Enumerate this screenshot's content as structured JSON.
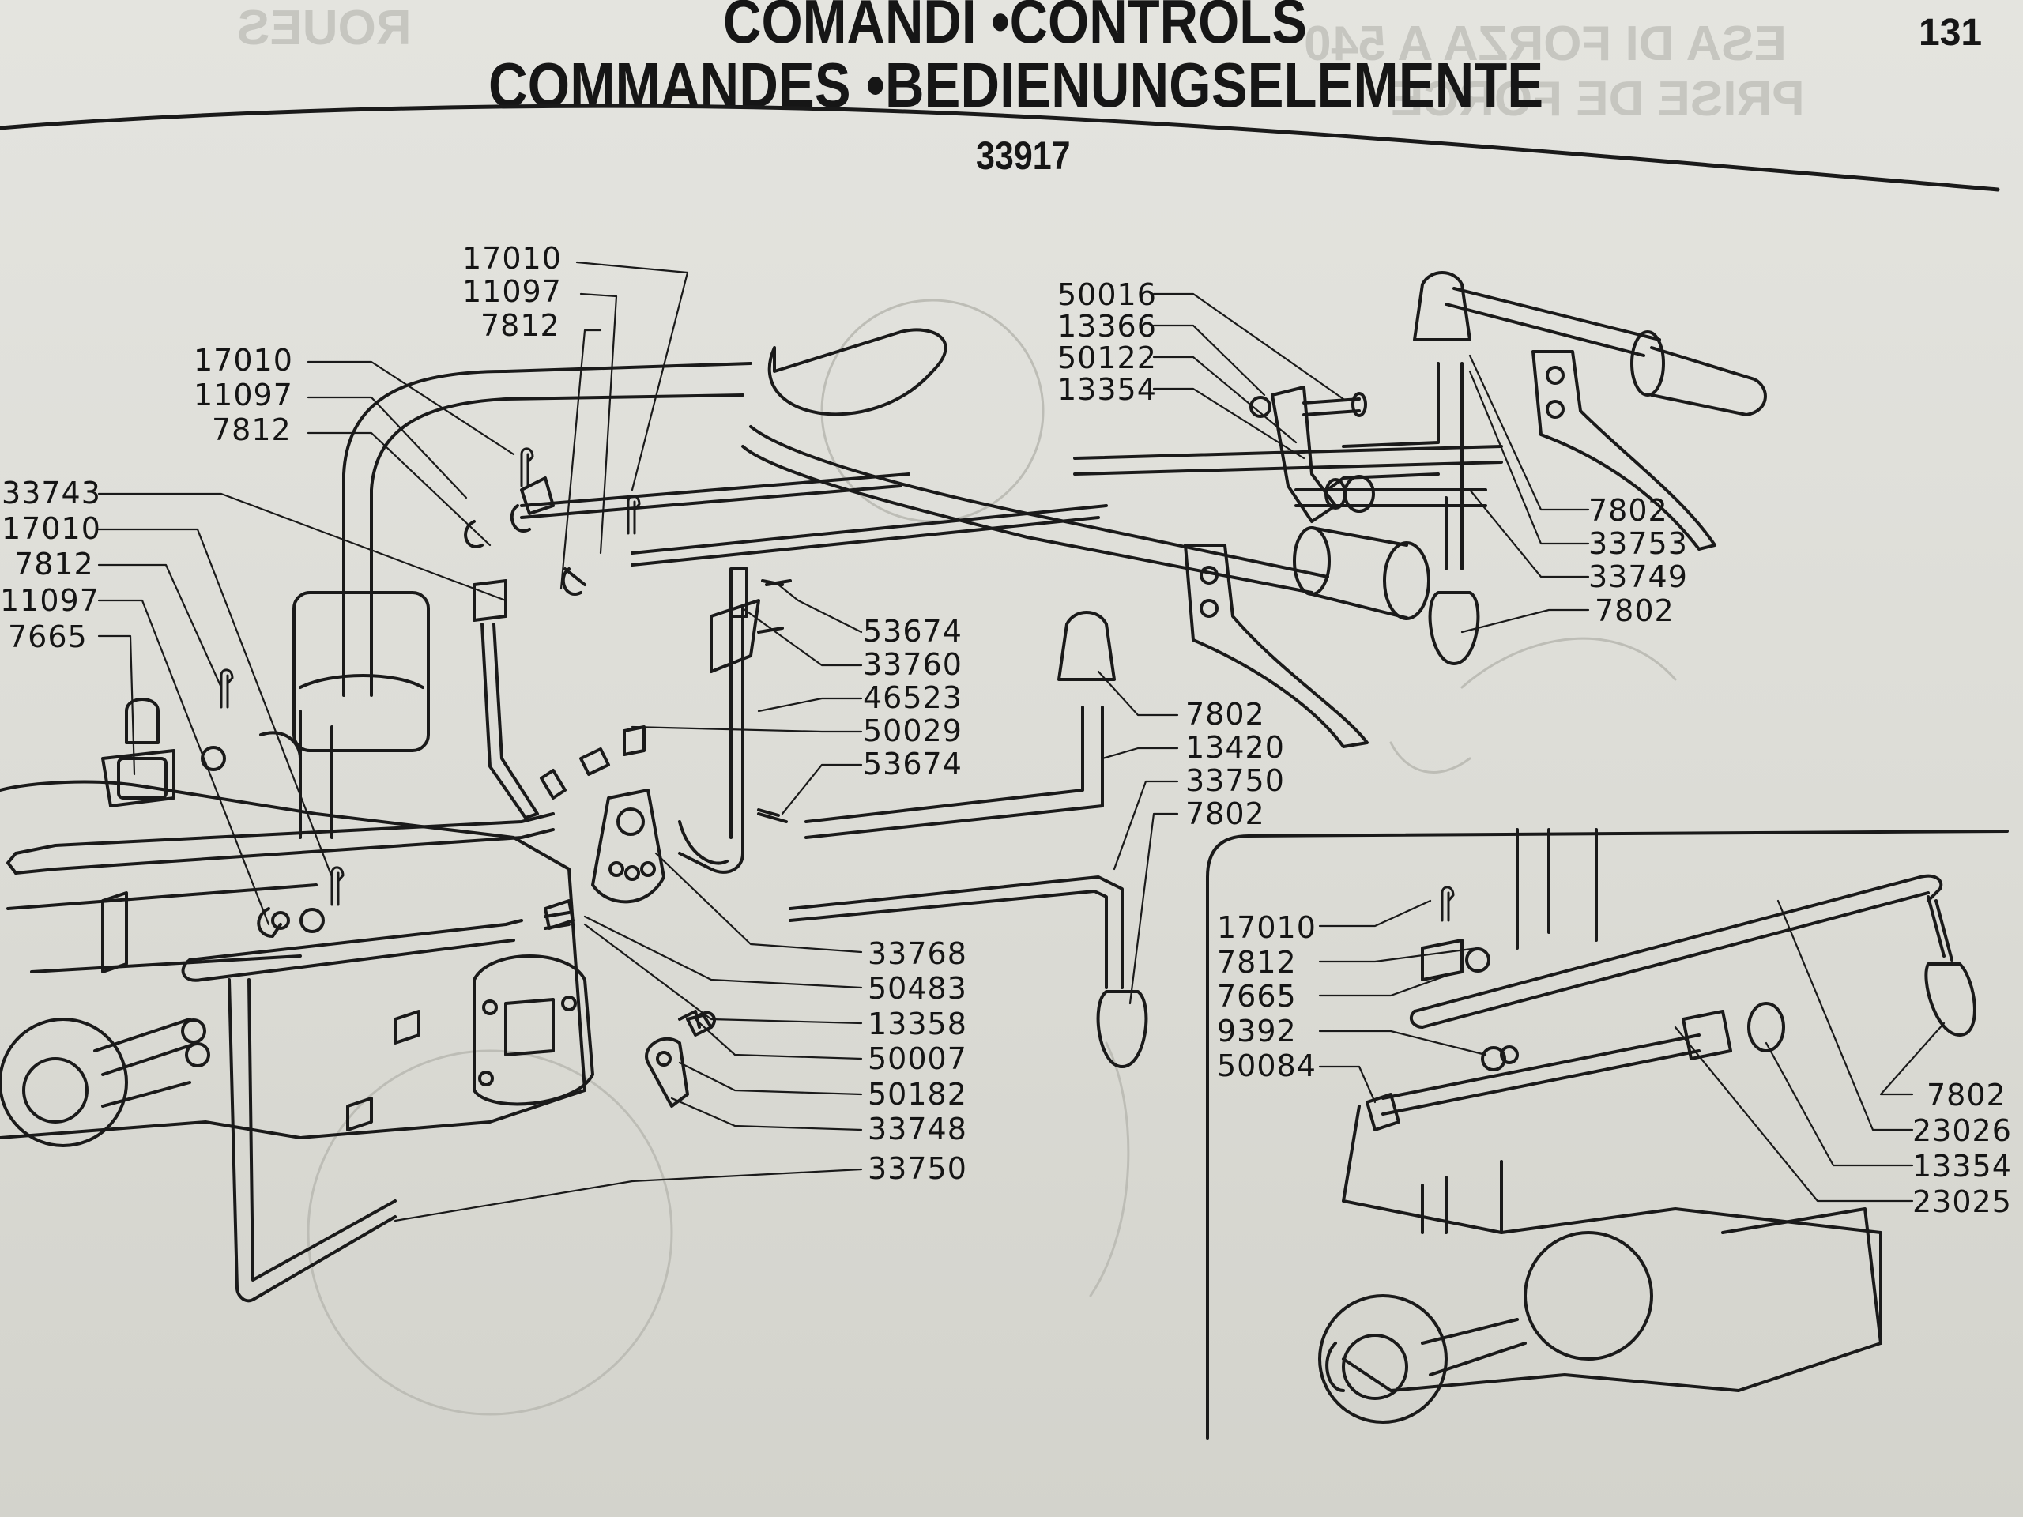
{
  "header": {
    "line1": "COMANDI •CONTROLS",
    "line2": "COMMANDES •BEDIENUNGSELEMENTE",
    "group": "33917",
    "page_number": "131"
  },
  "colors": {
    "paper": "#e1e1dc",
    "ink": "#151515"
  },
  "callouts": [
    {
      "id": "c1",
      "text": "17010"
    },
    {
      "id": "c2",
      "text": "11097"
    },
    {
      "id": "c3",
      "text": "7812"
    },
    {
      "id": "c4",
      "text": "17010"
    },
    {
      "id": "c5",
      "text": "11097"
    },
    {
      "id": "c6",
      "text": "7812"
    },
    {
      "id": "c7",
      "text": "33743"
    },
    {
      "id": "c8",
      "text": "17010"
    },
    {
      "id": "c9",
      "text": "7812"
    },
    {
      "id": "c10",
      "text": "11097"
    },
    {
      "id": "c11",
      "text": "7665"
    },
    {
      "id": "c12",
      "text": "50016"
    },
    {
      "id": "c13",
      "text": "13366"
    },
    {
      "id": "c14",
      "text": "50122"
    },
    {
      "id": "c15",
      "text": "13354"
    },
    {
      "id": "c16",
      "text": "7802"
    },
    {
      "id": "c17",
      "text": "33753"
    },
    {
      "id": "c18",
      "text": "33749"
    },
    {
      "id": "c19",
      "text": "7802"
    },
    {
      "id": "c20",
      "text": "53674"
    },
    {
      "id": "c21",
      "text": "33760"
    },
    {
      "id": "c22",
      "text": "46523"
    },
    {
      "id": "c23",
      "text": "50029"
    },
    {
      "id": "c24",
      "text": "53674"
    },
    {
      "id": "c25",
      "text": "7802"
    },
    {
      "id": "c26",
      "text": "13420"
    },
    {
      "id": "c27",
      "text": "33750"
    },
    {
      "id": "c28",
      "text": "7802"
    },
    {
      "id": "c29",
      "text": "33768"
    },
    {
      "id": "c30",
      "text": "50483"
    },
    {
      "id": "c31",
      "text": "13358"
    },
    {
      "id": "c32",
      "text": "50007"
    },
    {
      "id": "c33",
      "text": "50182"
    },
    {
      "id": "c34",
      "text": "33748"
    },
    {
      "id": "c35",
      "text": "33750"
    },
    {
      "id": "c36",
      "text": "17010"
    },
    {
      "id": "c37",
      "text": "7812"
    },
    {
      "id": "c38",
      "text": "7665"
    },
    {
      "id": "c39",
      "text": "9392"
    },
    {
      "id": "c40",
      "text": "50084"
    },
    {
      "id": "c41",
      "text": "7802"
    },
    {
      "id": "c42",
      "text": "23026"
    },
    {
      "id": "c43",
      "text": "13354"
    },
    {
      "id": "c44",
      "text": "23025"
    }
  ]
}
